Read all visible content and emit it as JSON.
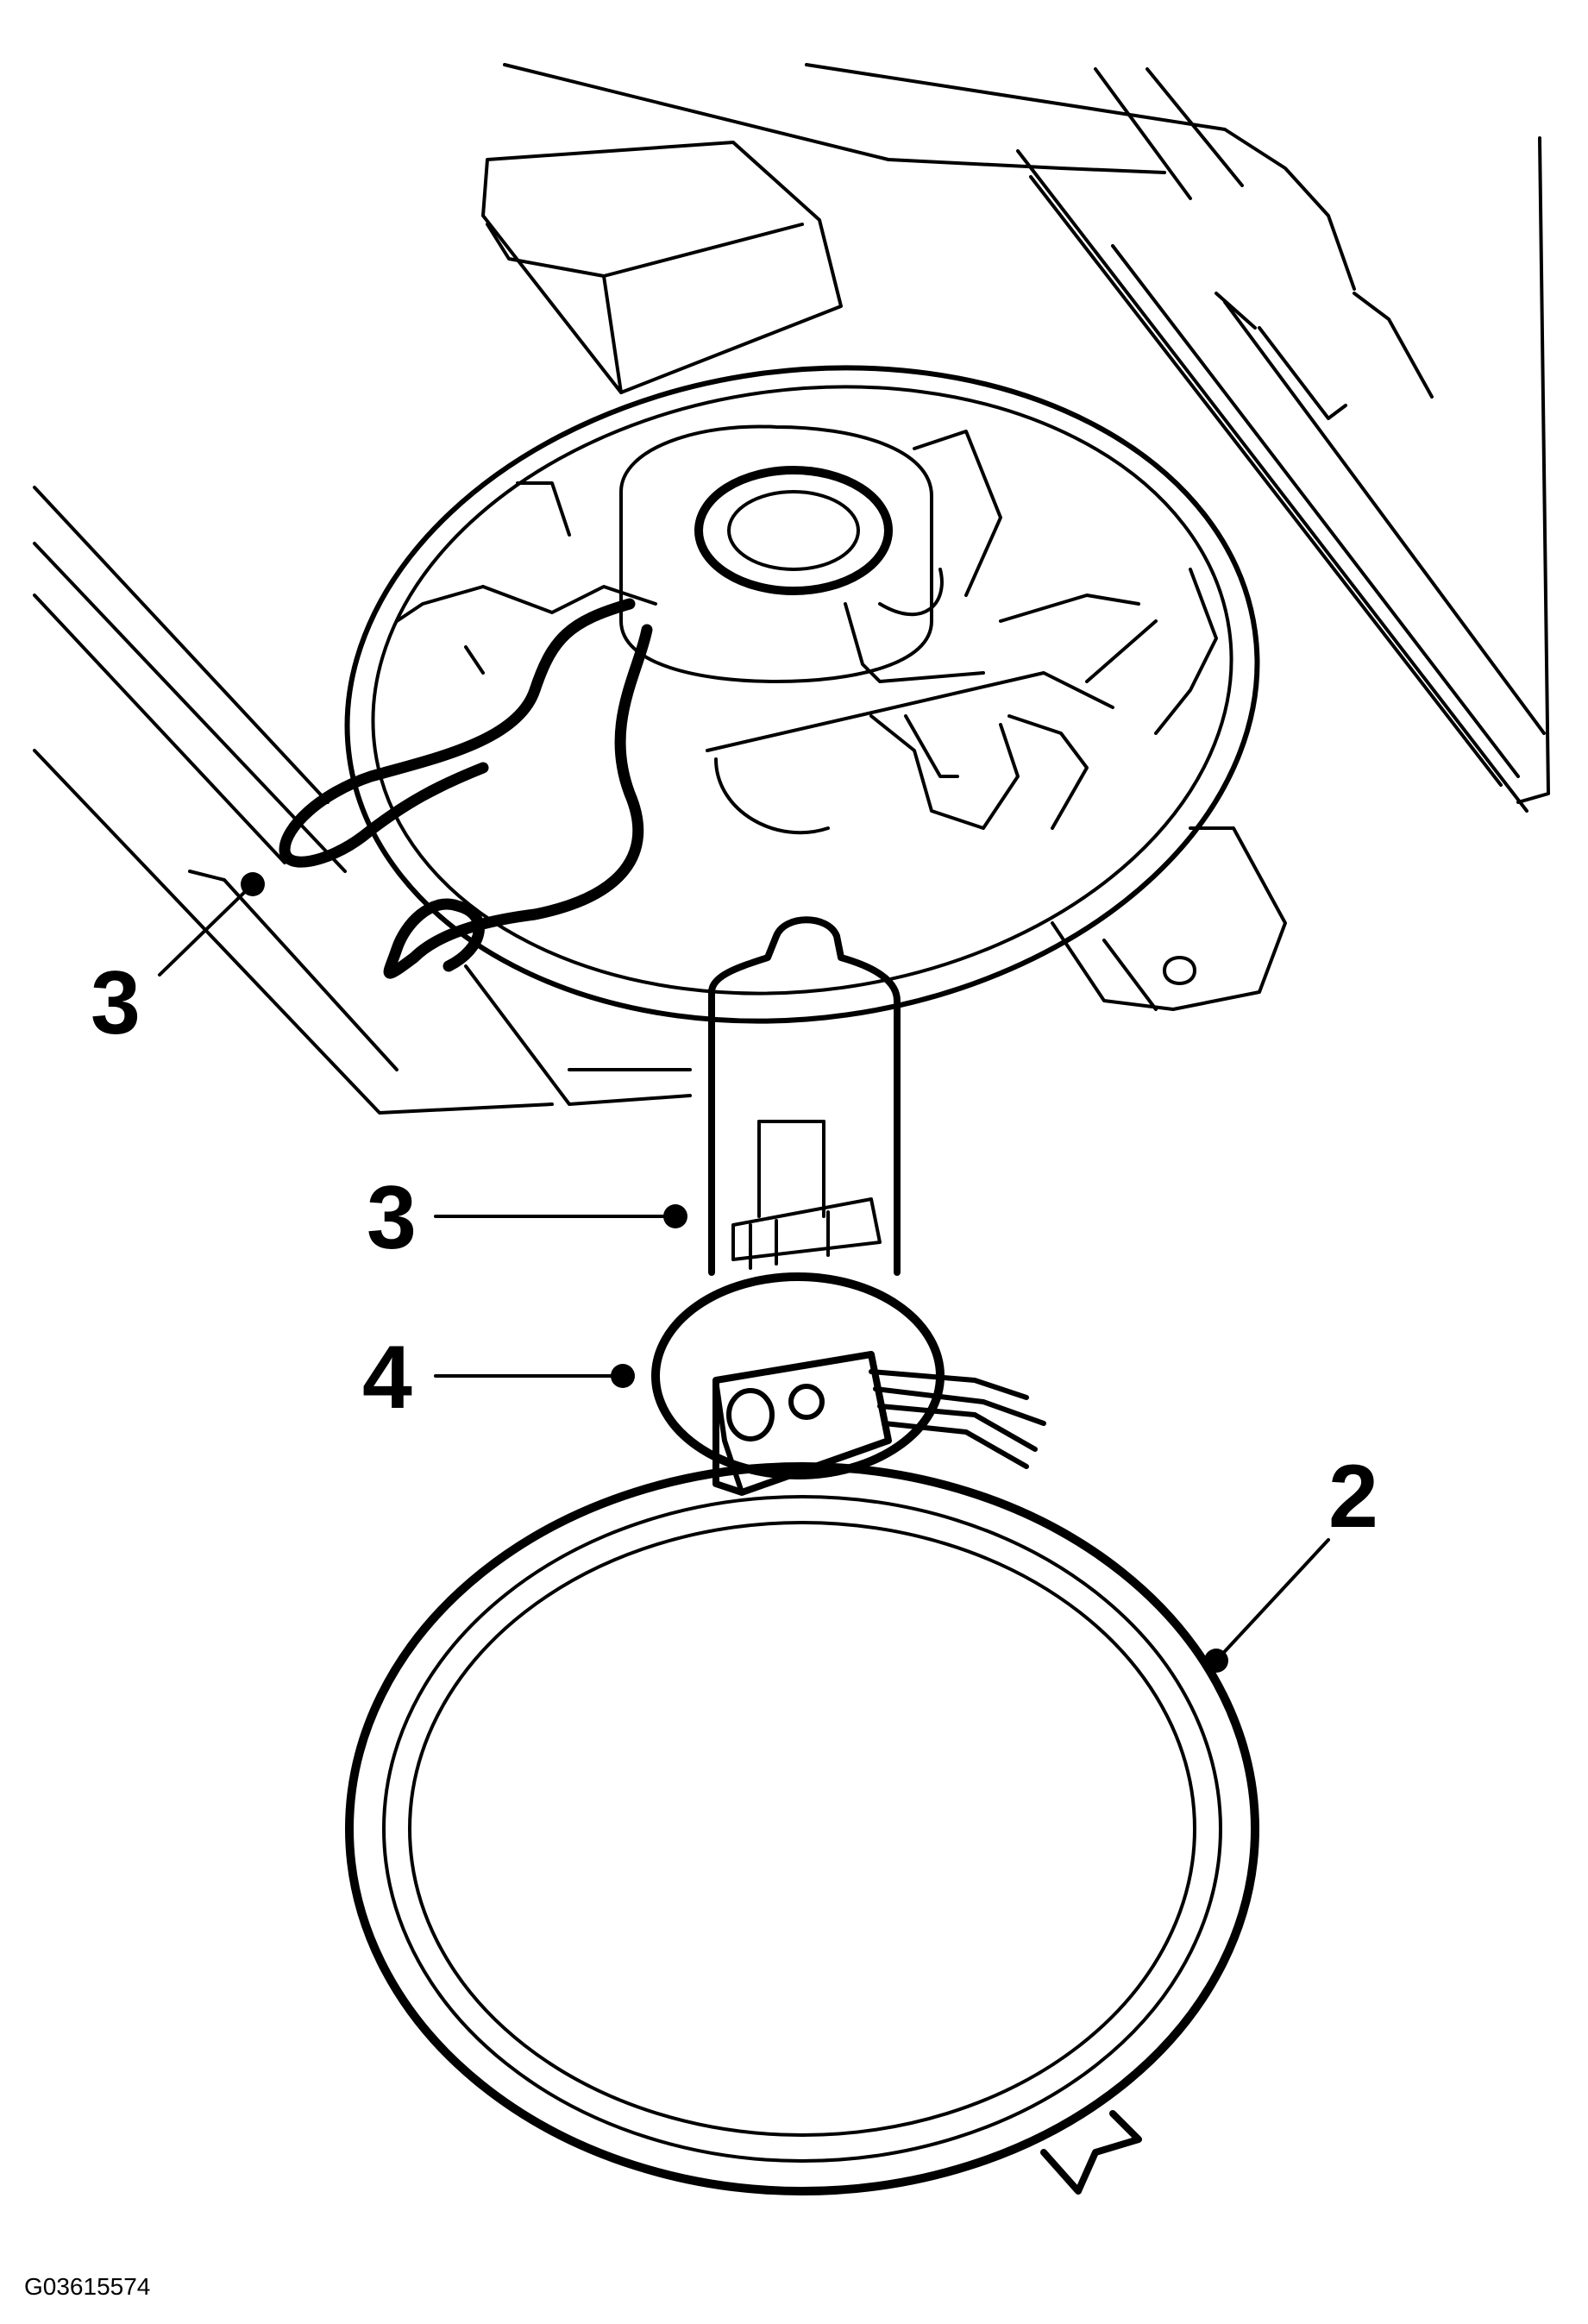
{
  "figure": {
    "id_label": "G03615574"
  },
  "callouts": [
    {
      "key": "bulb-clip-upper",
      "label": "3"
    },
    {
      "key": "bulb",
      "label": "3"
    },
    {
      "key": "connector",
      "label": "4"
    },
    {
      "key": "cover",
      "label": "2"
    }
  ],
  "colors": {
    "line": "#000000",
    "background": "#ffffff"
  }
}
